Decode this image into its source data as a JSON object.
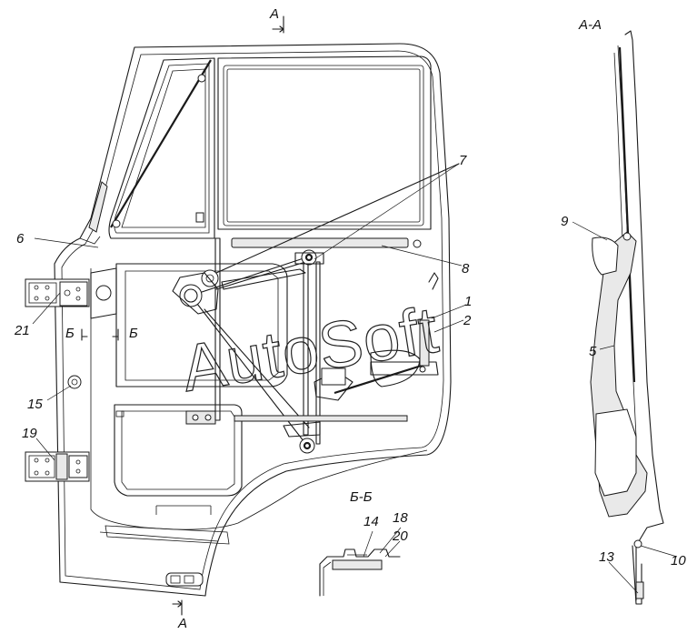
{
  "watermark": "AutoSoft",
  "section_labels": {
    "view_a_top": "A",
    "view_a_bottom": "A",
    "section_aa": "A-A",
    "section_bb": "Б-Б",
    "cut_b_left": "Б",
    "cut_b_right": "Б"
  },
  "callouts": [
    {
      "id": "c1",
      "text": "1"
    },
    {
      "id": "c2",
      "text": "2"
    },
    {
      "id": "c5",
      "text": "5"
    },
    {
      "id": "c6",
      "text": "6"
    },
    {
      "id": "c7",
      "text": "7"
    },
    {
      "id": "c8",
      "text": "8"
    },
    {
      "id": "c9",
      "text": "9"
    },
    {
      "id": "c10",
      "text": "10"
    },
    {
      "id": "c13",
      "text": "13"
    },
    {
      "id": "c14",
      "text": "14"
    },
    {
      "id": "c15",
      "text": "15"
    },
    {
      "id": "c18",
      "text": "18"
    },
    {
      "id": "c19",
      "text": "19"
    },
    {
      "id": "c20",
      "text": "20"
    },
    {
      "id": "c21",
      "text": "21"
    }
  ]
}
